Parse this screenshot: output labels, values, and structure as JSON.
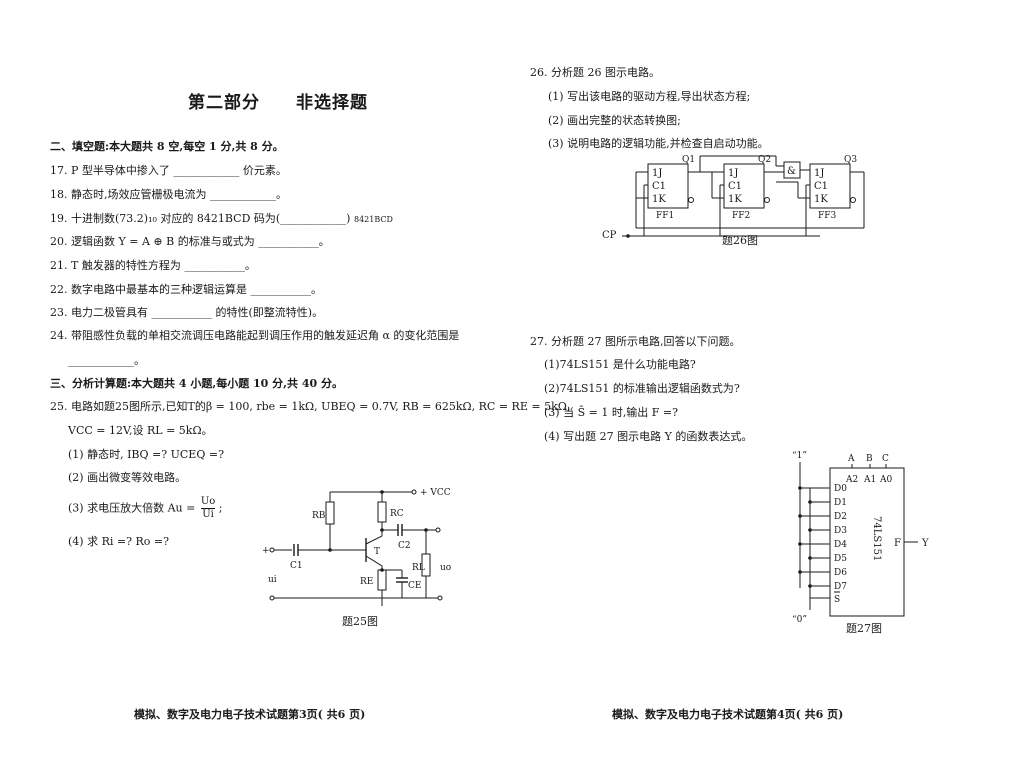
{
  "left": {
    "section_title": "第二部分　　非选择题",
    "fill_heading": "二、填空题:本大题共 8 空,每空 1 分,共 8 分。",
    "q17": "17. P 型半导体中掺入了 ____________ 价元素。",
    "q18": "18. 静态时,场效应管栅极电流为 ____________。",
    "q19": "19. 十进制数(73.2)₁₀ 对应的 8421BCD 码为(____________)",
    "q19_sub": "8421BCD",
    "q20": "20. 逻辑函数 Y = A ⊕ B 的标准与或式为 ___________。",
    "q21": "21. T 触发器的特性方程为 ___________。",
    "q22": "22. 数字电路中最基本的三种逻辑运算是 ___________。",
    "q23": "23. 电力二极管具有 ___________ 的特性(即整流特性)。",
    "q24": "24. 带阻感性负载的单相交流调压电路能起到调压作用的触发延迟角 α 的变化范围是",
    "q24_blank": "____________。",
    "calc_heading": "三、分析计算题:本大题共 4 小题,每小题 10 分,共 40 分。",
    "q25_line1": "25. 电路如题25图所示,已知T的β = 100, rbe = 1kΩ, UBEQ = 0.7V, RB = 625kΩ, RC = RE = 5kΩ,",
    "q25_line2": "VCC = 12V,设 RL = 5kΩ。",
    "q25_1": "(1) 静态时, IBQ =?  UCEQ =?",
    "q25_2": "(2) 画出微变等效电路。",
    "q25_3_prefix": "(3) 求电压放大倍数 Au =",
    "q25_3_num": "Uo",
    "q25_3_den": "Ui",
    "q25_3_suffix": ";",
    "q25_4": "(4) 求 Ri =?  Ro =?",
    "fig25_caption": "题25图",
    "fig25_labels": {
      "vcc": "+ VCC",
      "rb": "RB",
      "rc": "RC",
      "c2": "C2",
      "c1": "C1",
      "t": "T",
      "re": "RE",
      "ce": "CE",
      "rl": "RL",
      "uo": "uo",
      "ui": "ui",
      "plus": "+",
      "minus": "−"
    },
    "footer": "模拟、数字及电力电子技术试题第3页( 共6 页)"
  },
  "right": {
    "q26": "26. 分析题 26 图示电路。",
    "q26_1": "(1) 写出该电路的驱动方程,导出状态方程;",
    "q26_2": "(2) 画出完整的状态转换图;",
    "q26_3": "(3) 说明电路的逻辑功能,并检查自启动功能。",
    "fig26_caption": "题26图",
    "fig26_labels": {
      "q1": "Q1",
      "q2": "Q2",
      "q3": "Q3",
      "j": "1J",
      "c": "C1",
      "k": "1K",
      "ff1": "FF1",
      "ff2": "FF2",
      "ff3": "FF3",
      "cp": "CP",
      "and": "&"
    },
    "q27": "27. 分析题 27 图所示电路,回答以下问题。",
    "q27_1": "(1)74LS151 是什么功能电路?",
    "q27_2": "(2)74LS151 的标准输出逻辑函数式为?",
    "q27_3": "(3) 当 S̄ = 1 时,输出 F =?",
    "q27_4": "(4) 写出题 27 图示电路 Y 的函数表达式。",
    "fig27_caption": "题27图",
    "fig27_labels": {
      "one": "“1”",
      "zero": "“0”",
      "a": "A",
      "b": "B",
      "c": "C",
      "a2": "A2",
      "a1": "A1",
      "a0": "A0",
      "d": [
        "D0",
        "D1",
        "D2",
        "D3",
        "D4",
        "D5",
        "D6",
        "D7"
      ],
      "s": "S",
      "chip": "74LS151",
      "f": "F",
      "y": "Y"
    },
    "footer": "模拟、数字及电力电子技术试题第4页( 共6 页)"
  }
}
